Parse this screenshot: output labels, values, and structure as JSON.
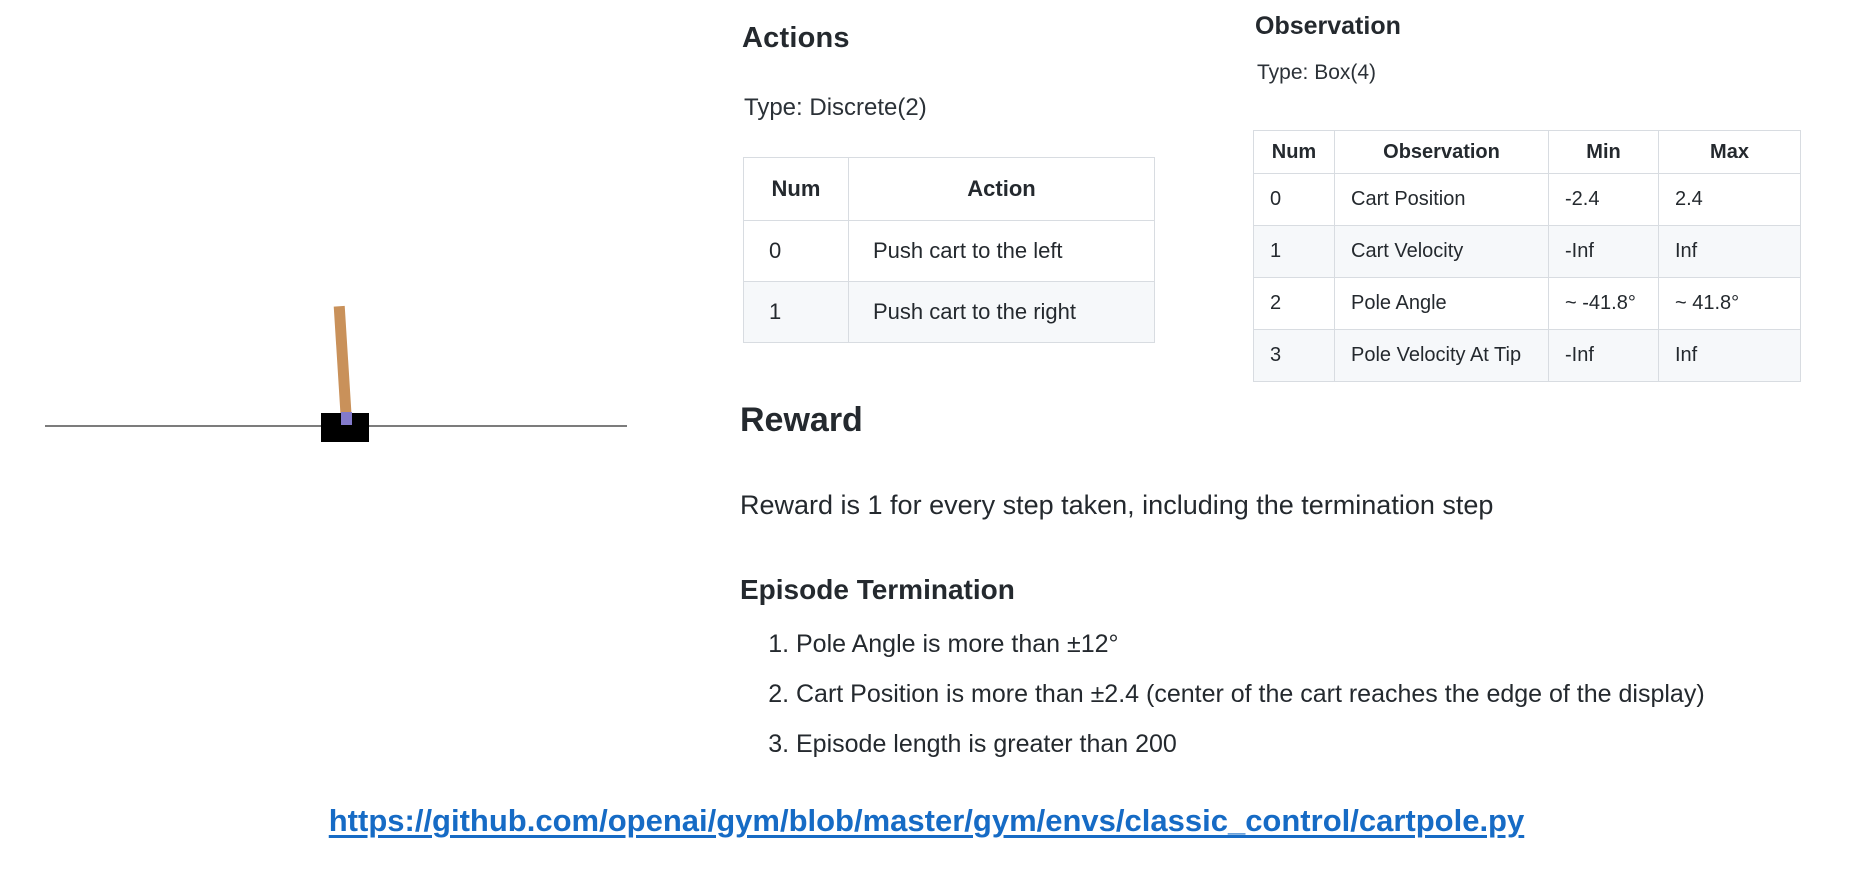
{
  "cartpole": {
    "track_color": "#7c7c7c",
    "cart_color": "#000000",
    "pole_color": "#c9915a",
    "axle_color": "#837acb"
  },
  "actions": {
    "title": "Actions",
    "type_label": "Type: Discrete(2)",
    "table": {
      "headers": [
        "Num",
        "Action"
      ],
      "rows": [
        [
          "0",
          "Push cart to the left"
        ],
        [
          "1",
          "Push cart to the right"
        ]
      ]
    }
  },
  "observation": {
    "title": "Observation",
    "type_label": "Type: Box(4)",
    "table": {
      "headers": [
        "Num",
        "Observation",
        "Min",
        "Max"
      ],
      "rows": [
        [
          "0",
          "Cart Position",
          "-2.4",
          "2.4"
        ],
        [
          "1",
          "Cart Velocity",
          "-Inf",
          "Inf"
        ],
        [
          "2",
          "Pole Angle",
          "~ -41.8°",
          "~ 41.8°"
        ],
        [
          "3",
          "Pole Velocity At Tip",
          "-Inf",
          "Inf"
        ]
      ]
    }
  },
  "reward": {
    "title": "Reward",
    "body": "Reward is 1 for every step taken, including the termination step"
  },
  "episode_termination": {
    "title": "Episode Termination",
    "items": [
      "Pole Angle is more than ±12°",
      "Cart Position is more than ±2.4 (center of the cart reaches the edge of the display)",
      "Episode length is greater than 200"
    ]
  },
  "link": {
    "text": "https://github.com/openai/gym/blob/master/gym/envs/classic_control/cartpole.py",
    "color": "#166bc5"
  },
  "colors": {
    "row_alt": "#f6f8fa",
    "table_border": "#d8dce1",
    "text": "#24292e"
  }
}
